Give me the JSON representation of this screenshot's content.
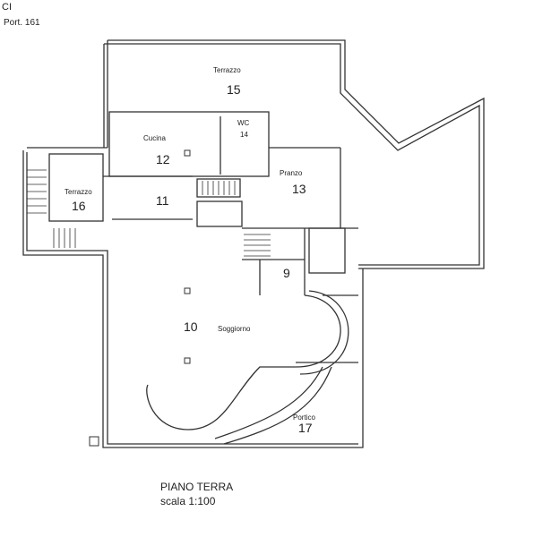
{
  "header": {
    "line1": "CI",
    "line2": "Port. 161"
  },
  "rooms": [
    {
      "name": "Terrazzo",
      "number": "15"
    },
    {
      "name": "WC",
      "number": "14"
    },
    {
      "name": "Cucina",
      "number": "12"
    },
    {
      "name": "Pranzo",
      "number": "13"
    },
    {
      "name": "Terrazzo",
      "number": "16"
    },
    {
      "name": "",
      "number": "11"
    },
    {
      "name": "",
      "number": "9"
    },
    {
      "name": "Soggiorno",
      "number": "10"
    },
    {
      "name": "Portico",
      "number": "17"
    }
  ],
  "footer": {
    "title": "PIANO TERRA",
    "scale": "scala 1:100"
  }
}
